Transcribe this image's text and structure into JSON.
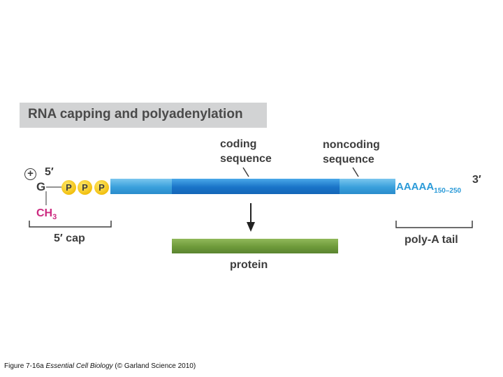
{
  "title": "RNA capping and polyadenylation",
  "labels": {
    "coding_line1": "coding",
    "coding_line2": "sequence",
    "noncoding_line1": "noncoding",
    "noncoding_line2": "sequence",
    "five_prime": "5′",
    "three_prime": "3′",
    "g": "G",
    "ch3_base": "CH",
    "ch3_sub": "3",
    "phosphate": "P",
    "poly_a_base": "AAAAA",
    "poly_a_sub": "150–250",
    "five_cap": "5′ cap",
    "poly_a_tail": "poly-A tail",
    "protein": "protein",
    "plus": "+"
  },
  "caption": {
    "prefix": "Figure 7-16a ",
    "book": "Essential Cell Biology",
    "suffix": " (© Garland Science 2010)"
  },
  "colors": {
    "mrna_noncoding": "#3aa0dc",
    "mrna_coding": "#1a74c8",
    "protein": "#6e9a3a",
    "phosphate": "#f2c010",
    "methyl": "#cc2a80",
    "poly_a": "#2a9ad8"
  }
}
